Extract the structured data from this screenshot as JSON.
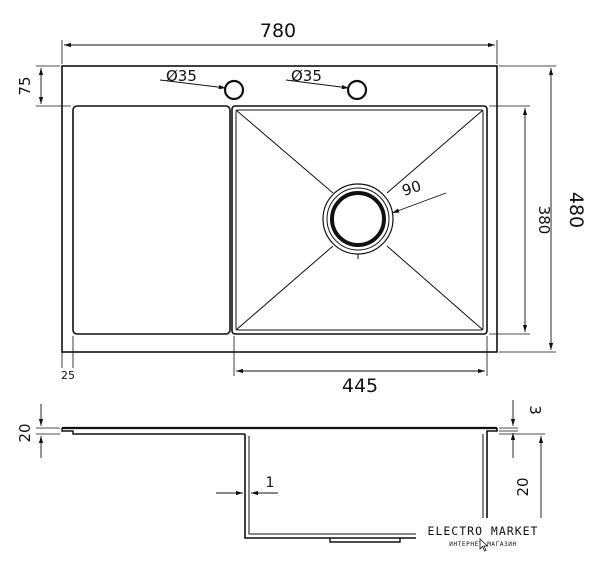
{
  "top_view": {
    "width_label": "780",
    "height_label": "480",
    "inner_height_label": "380",
    "bowl_width_label": "445",
    "rim_label": "75",
    "edge_label": "25",
    "hole_left_label": "Ø35",
    "hole_right_label": "Ø35",
    "drain_label": "90"
  },
  "side_view": {
    "left_depth_label": "20",
    "wall_label": "1",
    "right_top_label": "3",
    "right_depth_label": "20"
  },
  "logo": {
    "name": "ELECTRO MARKET",
    "tagline": "ИНТЕРНЕТ МАГАЗИН"
  }
}
